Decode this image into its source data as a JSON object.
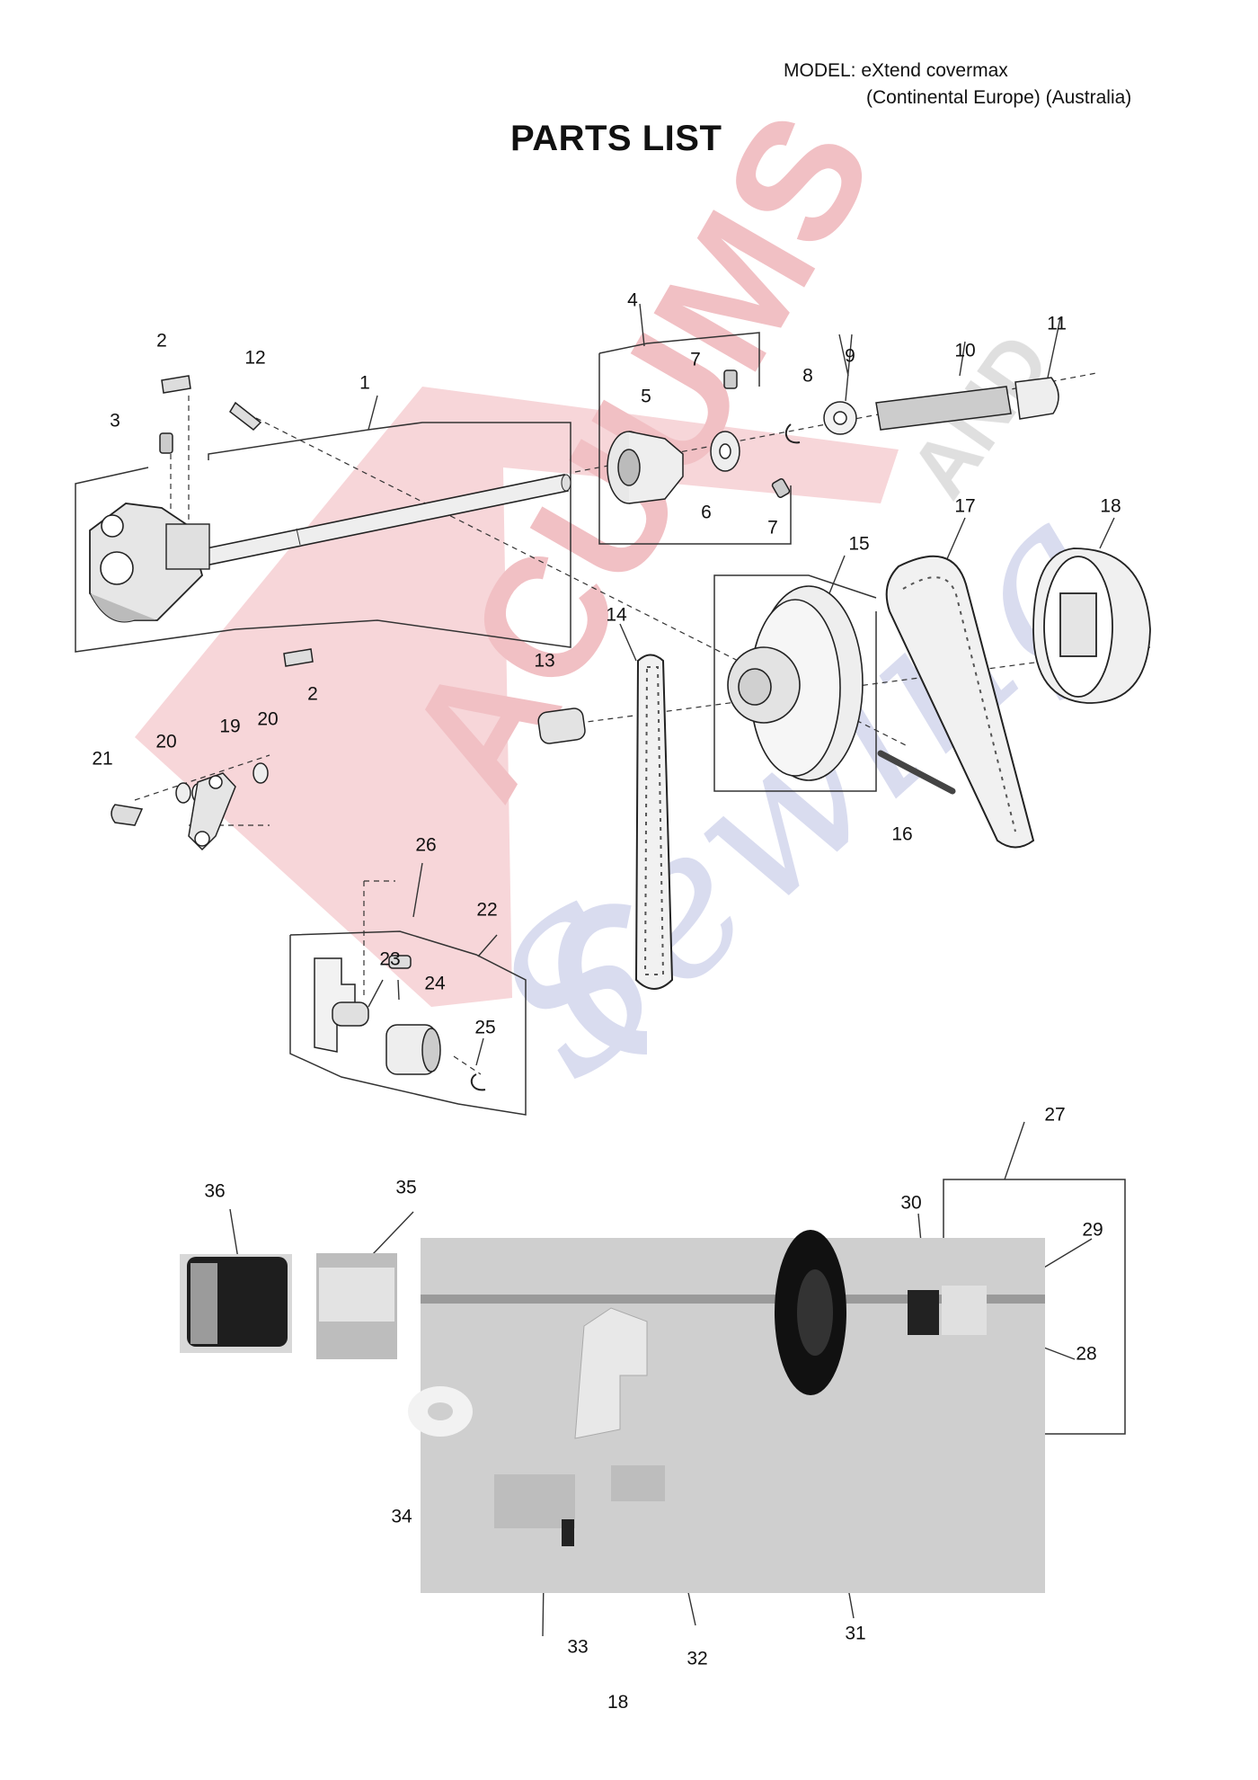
{
  "header": {
    "model_line1": "MODEL: eXtend covermax",
    "model_line2": "(Continental Europe) (Australia)",
    "title": "PARTS LIST"
  },
  "part_numbers": [
    "1",
    "2",
    "2",
    "3",
    "4",
    "5",
    "6",
    "7",
    "7",
    "8",
    "9",
    "10",
    "11",
    "12",
    "13",
    "14",
    "15",
    "16",
    "17",
    "18",
    "19",
    "20",
    "20",
    "21",
    "22",
    "23",
    "24",
    "25",
    "26",
    "27",
    "28",
    "29",
    "30",
    "31",
    "32",
    "33",
    "34",
    "35",
    "36"
  ],
  "page_number": "18",
  "colors": {
    "watermark_red": "#f2c4c8",
    "watermark_blue": "#c9cce6",
    "photo_bg": "#cfcfcf"
  }
}
